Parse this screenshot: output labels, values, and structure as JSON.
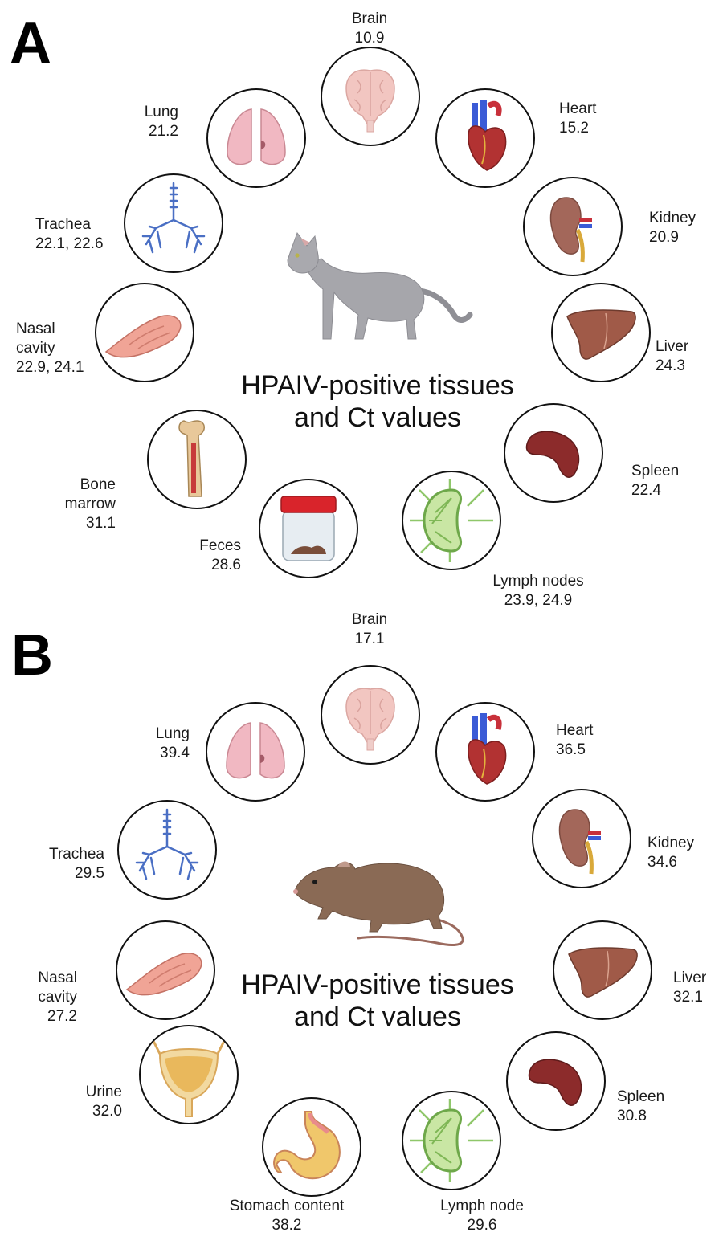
{
  "panels": [
    {
      "letter": "A",
      "animal_icon": "cat-icon",
      "title_line1": "HPAIV-positive tissues",
      "title_line2": "and Ct values",
      "tissues": [
        {
          "name": "Brain",
          "ct": "10.9",
          "icon": "brain-icon"
        },
        {
          "name": "Heart",
          "ct": "15.2",
          "icon": "heart-icon"
        },
        {
          "name": "Kidney",
          "ct": "20.9",
          "icon": "kidney-icon"
        },
        {
          "name": "Liver",
          "ct": "24.3",
          "icon": "liver-icon"
        },
        {
          "name": "Spleen",
          "ct": "22.4",
          "icon": "spleen-icon"
        },
        {
          "name": "Lymph nodes",
          "ct": "23.9, 24.9",
          "icon": "lymph-node-icon"
        },
        {
          "name": "Feces",
          "ct": "28.6",
          "icon": "feces-jar-icon"
        },
        {
          "name": "Bone marrow",
          "name_line1": "Bone",
          "name_line2": "marrow",
          "ct": "31.1",
          "icon": "bone-marrow-icon"
        },
        {
          "name": "Nasal cavity",
          "name_line1": "Nasal",
          "name_line2": "cavity",
          "ct": "22.9, 24.1",
          "icon": "nasal-cavity-icon"
        },
        {
          "name": "Trachea",
          "ct": "22.1, 22.6",
          "icon": "trachea-icon"
        },
        {
          "name": "Lung",
          "ct": "21.2",
          "icon": "lung-icon"
        }
      ]
    },
    {
      "letter": "B",
      "animal_icon": "rat-icon",
      "title_line1": "HPAIV-positive tissues",
      "title_line2": "and Ct values",
      "tissues": [
        {
          "name": "Brain",
          "ct": "17.1",
          "icon": "brain-icon"
        },
        {
          "name": "Heart",
          "ct": "36.5",
          "icon": "heart-icon"
        },
        {
          "name": "Kidney",
          "ct": "34.6",
          "icon": "kidney-icon"
        },
        {
          "name": "Liver",
          "ct": "32.1",
          "icon": "liver-icon"
        },
        {
          "name": "Spleen",
          "ct": "30.8",
          "icon": "spleen-icon"
        },
        {
          "name": "Lymph node",
          "ct": "29.6",
          "icon": "lymph-node-icon"
        },
        {
          "name": "Stomach content",
          "ct": "38.2",
          "icon": "stomach-icon"
        },
        {
          "name": "Urine",
          "ct": "32.0",
          "icon": "bladder-icon"
        },
        {
          "name": "Nasal cavity",
          "name_line1": "Nasal",
          "name_line2": "cavity",
          "ct": "27.2",
          "icon": "nasal-cavity-icon"
        },
        {
          "name": "Trachea",
          "ct": "29.5",
          "icon": "trachea-icon"
        },
        {
          "name": "Lung",
          "ct": "39.4",
          "icon": "lung-icon"
        }
      ]
    }
  ]
}
